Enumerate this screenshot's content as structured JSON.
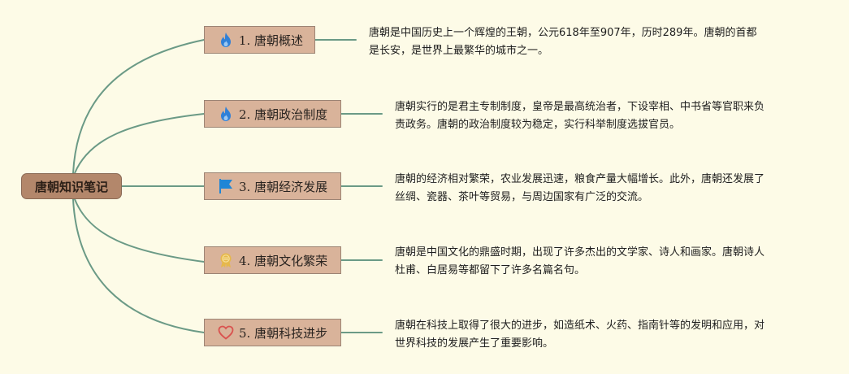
{
  "root": {
    "label": "唐朝知识笔记"
  },
  "branches": [
    {
      "label": "1. 唐朝概述",
      "icon": "fire-icon",
      "description": [
        "唐朝是中国历史上一个辉煌的王朝，公元618年至907年，历时289年。唐朝的首都",
        "是长安，是世界上最繁华的城市之一。"
      ]
    },
    {
      "label": "2. 唐朝政治制度",
      "icon": "fire-icon",
      "description": [
        "唐朝实行的是君主专制制度，皇帝是最高统治者，下设宰相、中书省等官职来负",
        "责政务。唐朝的政治制度较为稳定，实行科举制度选拔官员。"
      ]
    },
    {
      "label": "3. 唐朝经济发展",
      "icon": "flag-icon",
      "description": [
        "唐朝的经济相对繁荣，农业发展迅速，粮食产量大幅增长。此外，唐朝还发展了",
        "丝绸、瓷器、茶叶等贸易，与周边国家有广泛的交流。"
      ]
    },
    {
      "label": "4. 唐朝文化繁荣",
      "icon": "award-icon",
      "description": [
        "唐朝是中国文化的鼎盛时期，出现了许多杰出的文学家、诗人和画家。唐朝诗人",
        "杜甫、白居易等都留下了许多名篇名句。"
      ]
    },
    {
      "label": "5. 唐朝科技进步",
      "icon": "heart-icon",
      "description": [
        "唐朝在科技上取得了很大的进步，如造纸术、火药、指南针等的发明和应用，对",
        "世界科技的发展产生了重要影响。"
      ]
    }
  ],
  "colors": {
    "background": "#fdfbe7",
    "connector": "#6b9a86",
    "root_fill": "#b3876b",
    "branch_fill": "#d9b39a",
    "fire_icon": "#2f80d8",
    "flag_icon": "#1f86d6",
    "award_icon": "#e6b84a",
    "heart_icon": "#d9534f"
  }
}
